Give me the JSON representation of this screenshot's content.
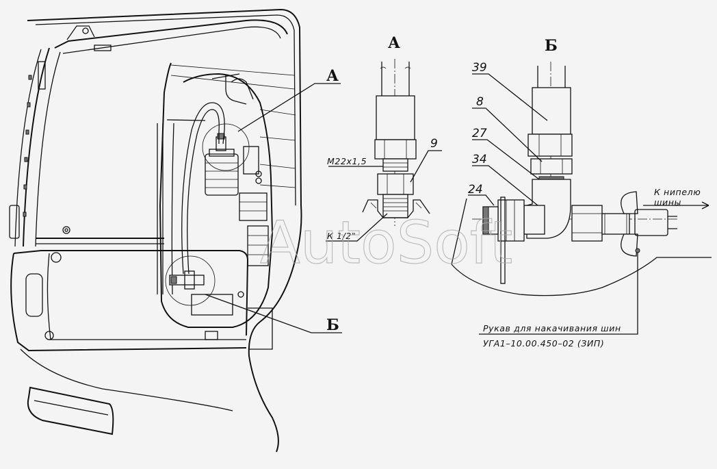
{
  "view_labels": {
    "a_top": "А",
    "b_top": "Б",
    "a_callout": "А",
    "b_callout": "Б"
  },
  "detail_a": {
    "pos_9": "9",
    "thread": "М22x1,5",
    "pipe_thread": "К 1/2\""
  },
  "detail_b": {
    "pos_39": "39",
    "pos_8": "8",
    "pos_27": "27",
    "pos_34": "34",
    "pos_24": "24",
    "to_nipple_line1": "К нипелю",
    "to_nipple_line2": "шины",
    "hose_line1": "Рукав для накачивания шин",
    "hose_line2": "УГА1–10.00.450–02 (ЗИП)"
  },
  "watermark": "AutoSoft"
}
